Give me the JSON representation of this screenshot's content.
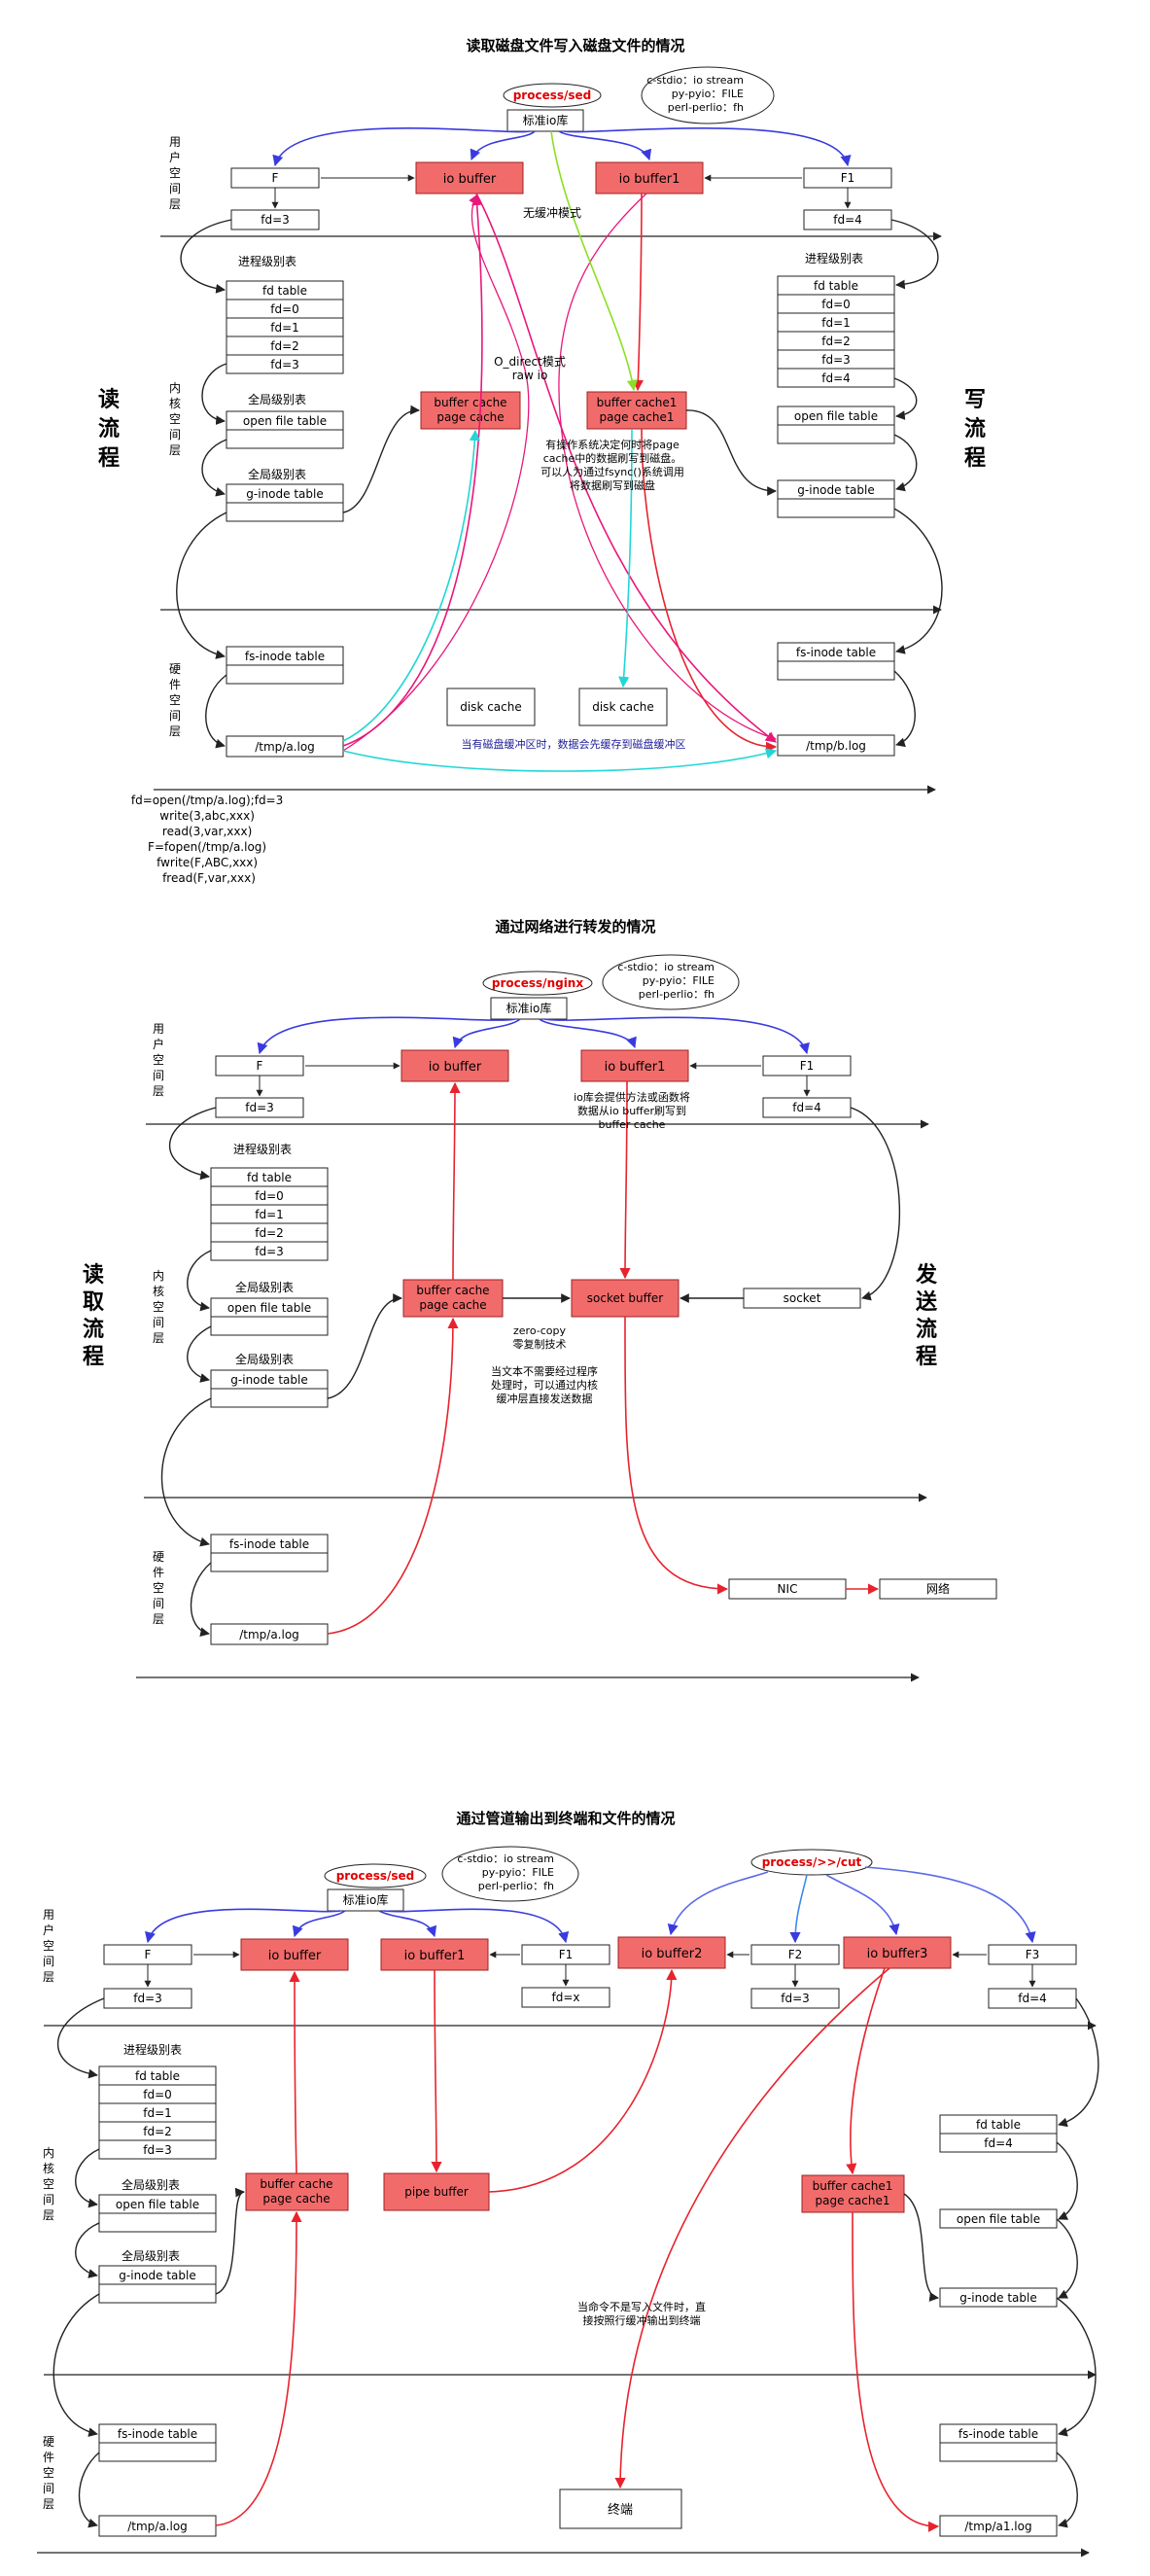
{
  "colors": {
    "box_red": "#f26b6b",
    "blue": "#3a3ae0",
    "red": "#e8232e",
    "pink": "#e8177a",
    "cyan": "#21d6d6",
    "green": "#8ae022",
    "label_red": "#e00000",
    "note_blue": "#1d1d9a",
    "line": "#222222"
  },
  "d1": {
    "title": "读取磁盘文件写入磁盘文件的情况",
    "process": "process/sed",
    "lib": "标准io库",
    "stdio": [
      "c-stdio：io stream",
      "py-pyio：FILE",
      "perl-perlio：fh"
    ],
    "io_buffer": "io buffer",
    "io_buffer1": "io buffer1",
    "F": "F",
    "F1": "F1",
    "fd3": "fd=3",
    "fd4": "fd=4",
    "layer_user": [
      "用",
      "户",
      "空",
      "间",
      "层"
    ],
    "layer_kernel": [
      "内",
      "核",
      "空",
      "间",
      "层"
    ],
    "layer_hw": [
      "硬",
      "件",
      "空",
      "间",
      "层"
    ],
    "read_flow": [
      "读",
      "流",
      "程"
    ],
    "write_flow": [
      "写",
      "流",
      "程"
    ],
    "proc_table_label": "进程级别表",
    "fd_rows": [
      "fd table",
      "fd=0",
      "fd=1",
      "fd=2",
      "fd=3"
    ],
    "fd_rows_right": [
      "fd table",
      "fd=0",
      "fd=1",
      "fd=2",
      "fd=3",
      "fd=4"
    ],
    "global_label": "全局级别表",
    "open_file_table": "open file table",
    "g_inode": "g-inode table",
    "fs_inode": "fs-inode table",
    "src_file": "/tmp/a.log",
    "dst_file": "/tmp/b.log",
    "buffer_cache": [
      "buffer cache",
      "page cache"
    ],
    "buffer_cache1": [
      "buffer cache1",
      "page cache1"
    ],
    "disk_cache": "disk cache",
    "no_buffer_mode": "无缓冲模式",
    "odirect": [
      "O_direct模式",
      "raw io"
    ],
    "flush_note": [
      "有操作系统决定何时将page",
      "cache中的数据刷写到磁盘。",
      "可以人为通过fsync()系统调用",
      "将数据刷写到磁盘"
    ],
    "disk_note": "当有磁盘缓冲区时，数据会先缓存到磁盘缓冲区",
    "code": [
      "fd=open(/tmp/a.log);fd=3",
      "write(3,abc,xxx)",
      "read(3,var,xxx)",
      "",
      "F=fopen(/tmp/a.log)",
      "fwrite(F,ABC,xxx)",
      "fread(F,var,xxx)"
    ]
  },
  "d2": {
    "title": "通过网络进行转发的情况",
    "process": "process/nginx",
    "lib": "标准io库",
    "stdio": [
      "c-stdio：io stream",
      "py-pyio：FILE",
      "perl-perlio：fh"
    ],
    "io_buffer": "io buffer",
    "io_buffer1": "io buffer1",
    "F": "F",
    "F1": "F1",
    "fd3": "fd=3",
    "fd4": "fd=4",
    "layer_user": [
      "用",
      "户",
      "空",
      "间",
      "层"
    ],
    "layer_kernel": [
      "内",
      "核",
      "空",
      "间",
      "层"
    ],
    "layer_hw": [
      "硬",
      "件",
      "空",
      "间",
      "层"
    ],
    "read_flow": [
      "读",
      "取",
      "流",
      "程"
    ],
    "send_flow": [
      "发",
      "送",
      "流",
      "程"
    ],
    "proc_table_label": "进程级别表",
    "fd_rows": [
      "fd table",
      "fd=0",
      "fd=1",
      "fd=2",
      "fd=3"
    ],
    "global_label": "全局级别表",
    "open_file_table": "open file table",
    "g_inode": "g-inode table",
    "fs_inode": "fs-inode table",
    "src_file": "/tmp/a.log",
    "buffer_cache": [
      "buffer cache",
      "page cache"
    ],
    "socket_buffer": "socket buffer",
    "socket": "socket",
    "nic": "NIC",
    "network": "网络",
    "io_note": [
      "io库会提供方法或函数将",
      "数据从io buffer刷写到",
      "buffer cache"
    ],
    "zero_copy": [
      "zero-copy",
      "零复制技术"
    ],
    "zc_note": [
      "当文本不需要经过程序",
      "处理时，可以通过内核",
      "缓冲层直接发送数据"
    ]
  },
  "d3": {
    "title": "通过管道输出到终端和文件的情况",
    "process": "process/sed",
    "process2": "process/>>/cut",
    "lib": "标准io库",
    "stdio": [
      "c-stdio：io stream",
      "py-pyio：FILE",
      "perl-perlio：fh"
    ],
    "io_buffer": "io buffer",
    "io_buffer1": "io buffer1",
    "io_buffer2": "io buffer2",
    "io_buffer3": "io buffer3",
    "F": "F",
    "F1": "F1",
    "F2": "F2",
    "F3": "F3",
    "fd3": "fd=3",
    "fdx": "fd=x",
    "fd3b": "fd=3",
    "fd4": "fd=4",
    "layer_user": [
      "用",
      "户",
      "空",
      "间",
      "层"
    ],
    "layer_kernel": [
      "内",
      "核",
      "空",
      "间",
      "层"
    ],
    "layer_hw": [
      "硬",
      "件",
      "空",
      "间",
      "层"
    ],
    "proc_table_label": "进程级别表",
    "fd_rows": [
      "fd table",
      "fd=0",
      "fd=1",
      "fd=2",
      "fd=3"
    ],
    "fd_rows_right": [
      "fd table",
      "fd=4"
    ],
    "global_label": "全局级别表",
    "open_file_table": "open file table",
    "g_inode": "g-inode table",
    "fs_inode": "fs-inode table",
    "src_file": "/tmp/a.log",
    "dst_file": "/tmp/a1.log",
    "buffer_cache": [
      "buffer cache",
      "page cache"
    ],
    "pipe_buffer": "pipe buffer",
    "buffer_cache1": [
      "buffer cache1",
      "page cache1"
    ],
    "terminal": "终端",
    "term_note": [
      "当命令不是写入文件时，直",
      "接按照行缓冲输出到终端"
    ]
  }
}
